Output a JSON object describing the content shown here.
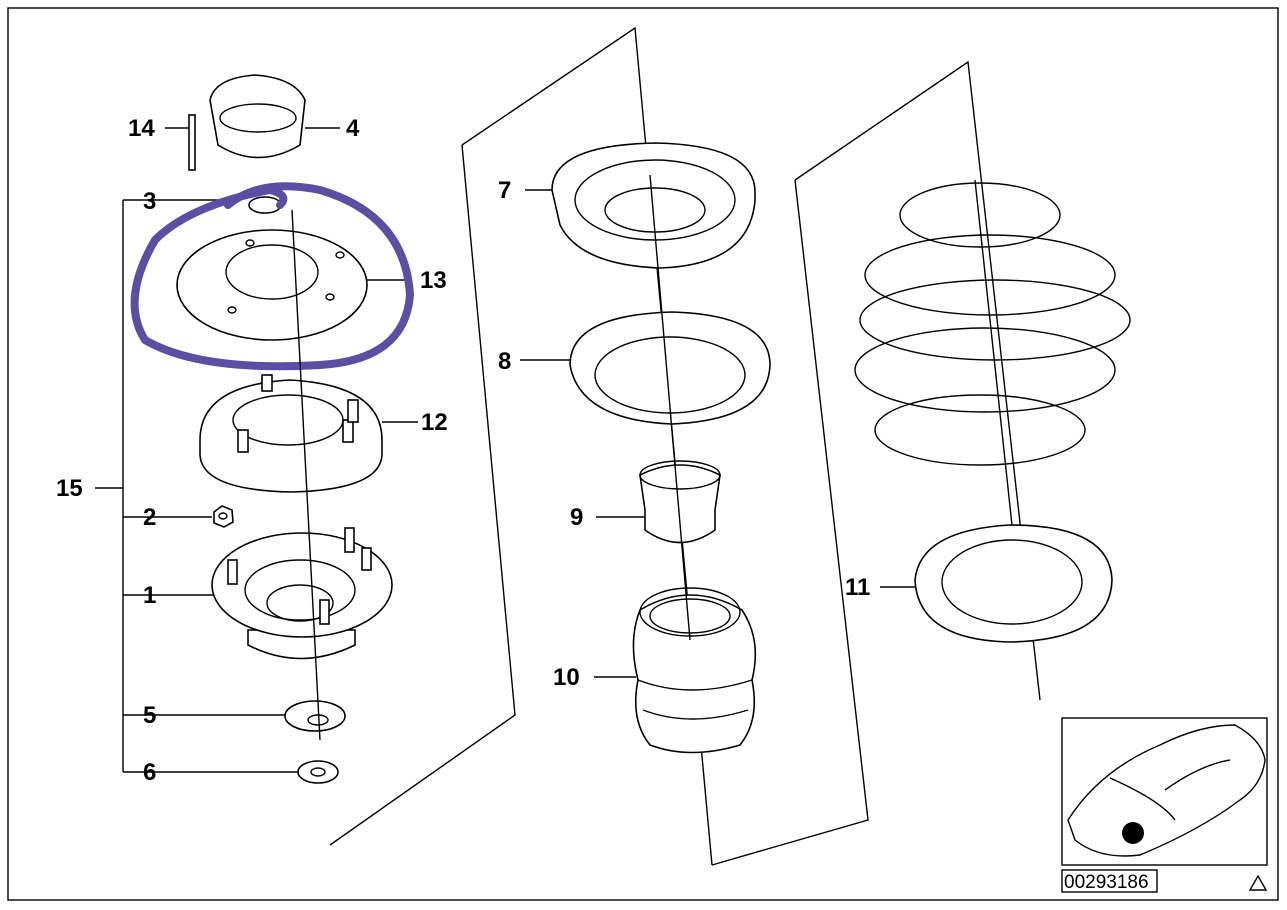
{
  "diagram": {
    "labels": {
      "p1": "1",
      "p2": "2",
      "p3": "3",
      "p4": "4",
      "p5": "5",
      "p6": "6",
      "p7": "7",
      "p8": "8",
      "p9": "9",
      "p10": "10",
      "p11": "11",
      "p12": "12",
      "p13": "13",
      "p14": "14",
      "p15": "15"
    },
    "diagram_code": "00293186",
    "annotation_color": "#5b4ea3"
  }
}
